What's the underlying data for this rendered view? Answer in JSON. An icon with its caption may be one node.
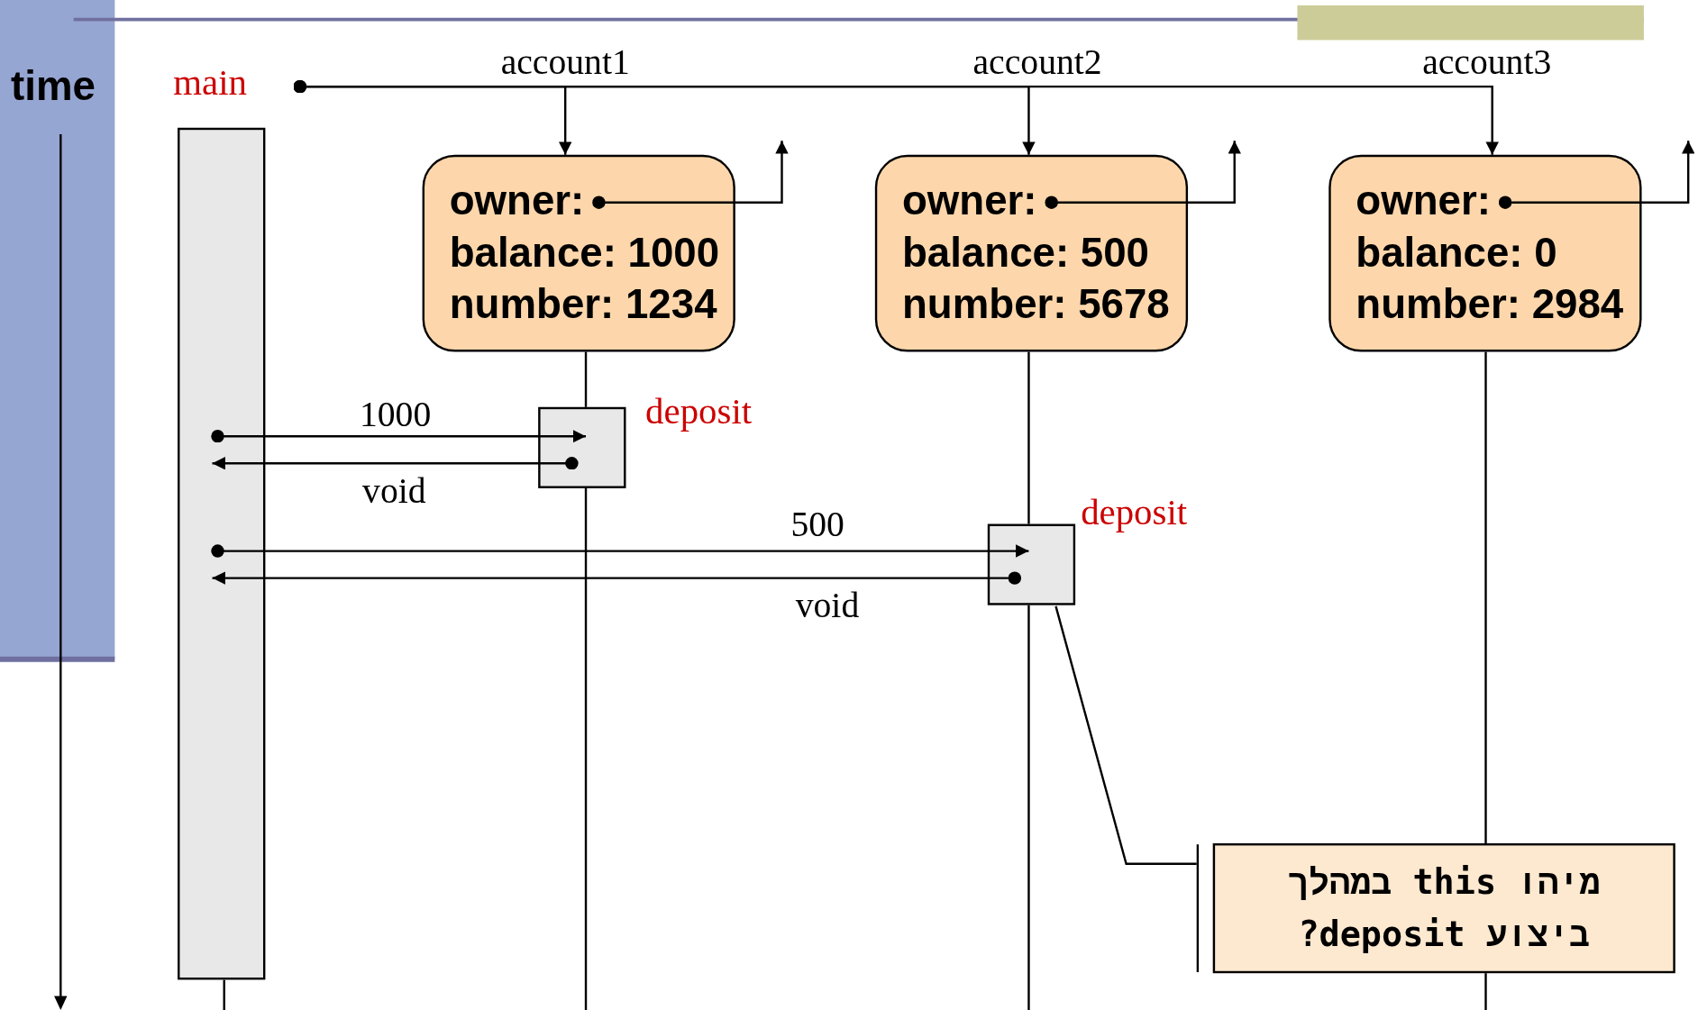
{
  "diagram": {
    "nodes": [
      {
        "text": [
          "main"
        ]
      },
      {
        "text": [
          "owner:",
          "balance: 1000",
          "number: 1234"
        ]
      },
      {
        "text": [
          "owner:",
          "balance: 500",
          "number: 5678"
        ]
      },
      {
        "text": [
          "owner:",
          "balance: 0",
          "number: 2984"
        ]
      },
      {
        "text": [
          "deposit"
        ]
      },
      {
        "text": [
          "deposit"
        ]
      },
      {
        "text": [
          "מיהו this במהלך ביצוע deposit?"
        ]
      }
    ],
    "edges": [
      {
        "from": 0,
        "to": 1,
        "arrow": "to",
        "label": "account1"
      },
      {
        "from": 0,
        "to": 2,
        "arrow": "to",
        "label": "account2"
      },
      {
        "from": 0,
        "to": 3,
        "arrow": "to",
        "label": "account3"
      },
      {
        "from": 1,
        "to": null,
        "arrow": "to"
      },
      {
        "from": 2,
        "to": null,
        "arrow": "to"
      },
      {
        "from": 3,
        "to": null,
        "arrow": "to"
      },
      {
        "from": 0,
        "to": 4,
        "arrow": "to",
        "label": "1000"
      },
      {
        "from": 4,
        "to": 0,
        "arrow": "to",
        "label": "void"
      },
      {
        "from": 0,
        "to": 5,
        "arrow": "to",
        "label": "500"
      },
      {
        "from": 5,
        "to": 0,
        "arrow": "to",
        "label": "void"
      },
      {
        "from": 6,
        "to": 5,
        "arrow": "none"
      }
    ],
    "labels": [
      "time"
    ]
  }
}
